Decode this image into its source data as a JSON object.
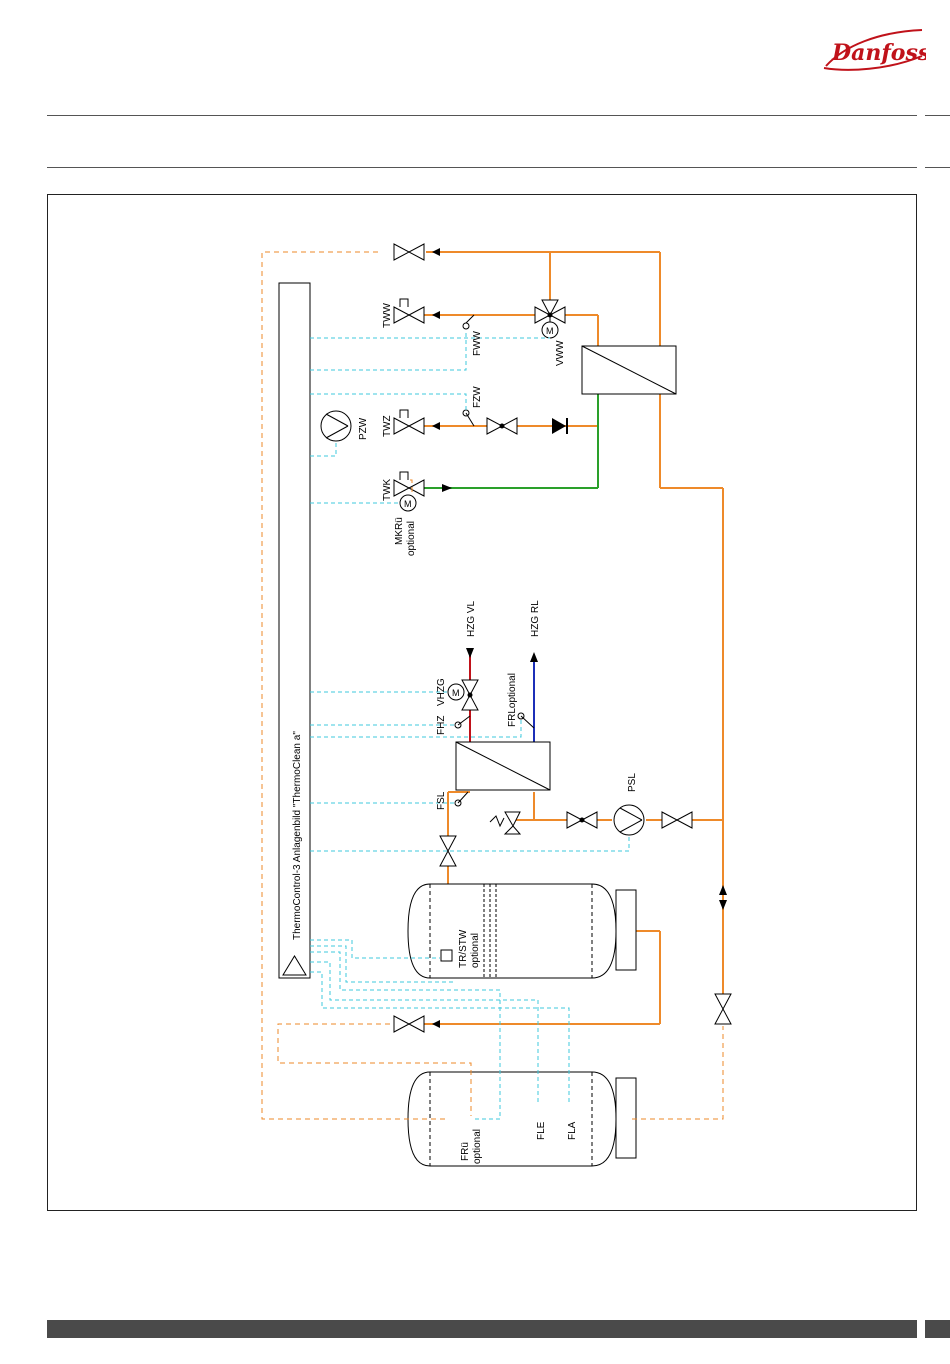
{
  "header": {
    "brand": "Danfoss"
  },
  "colors": {
    "orange_pipe": "#ee8a2a",
    "green_pipe": "#2aa02a",
    "red_pipe": "#c0121a",
    "blue_pipe": "#1c2fb8",
    "signal_line": "#3fc8dc",
    "optional_line": "#ee8a2a",
    "footer_bar": "#4a4a4a"
  },
  "diagram": {
    "controller_title": "ThermoControl-3 Anlagenbild \"ThermoClean a\"",
    "labels": {
      "tww": "TWW",
      "fww": "FWW",
      "vww": "VWW",
      "fzw": "FZW",
      "pzw": "PZW",
      "twz": "TWZ",
      "twk": "TWK",
      "mkru": "MKRü",
      "mkru_opt": "optional",
      "hzg_vl": "HZG VL",
      "hzg_rl": "HZG RL",
      "vhzg": "VHZG",
      "fhz": "FHZ",
      "frl": "FRLoptional",
      "fsl": "FSL",
      "psl": "PSL",
      "trstw": "TR/STW",
      "trstw_opt": "optional",
      "fru": "FRü",
      "fru_opt": "optional",
      "fle": "FLE",
      "fla": "FLA",
      "motor": "M"
    }
  }
}
